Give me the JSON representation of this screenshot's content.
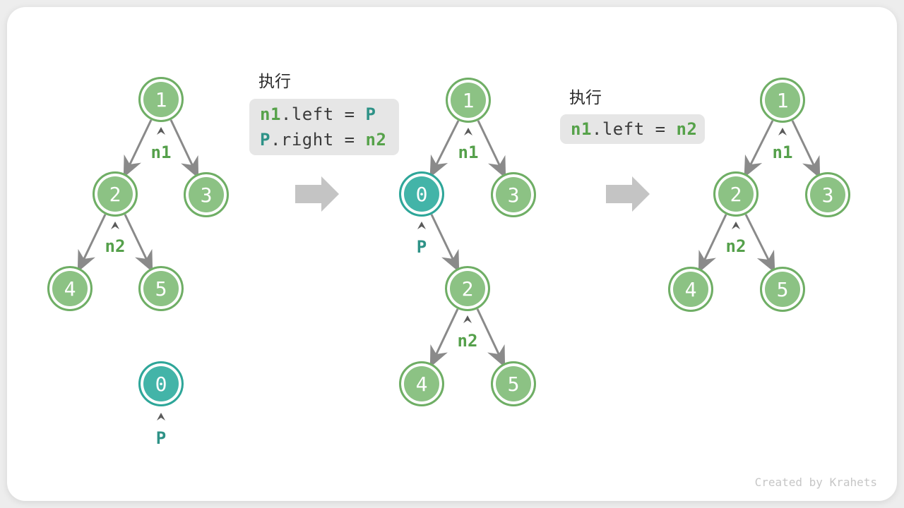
{
  "watermark": "Created by Krahets",
  "colors": {
    "node_green_fill": "#8cc284",
    "node_green_border": "#6fae65",
    "node_teal_fill": "#43b4a8",
    "node_teal_border": "#2ea699",
    "edge_gray": "#8a8a8a",
    "big_arrow_gray": "#c4c4c4",
    "code_background": "#e6e6e6",
    "code_green": "#56a24a",
    "code_teal": "#2e9287",
    "code_dark": "#3b3b3b"
  },
  "trees": [
    {
      "name": "initial-tree-with-detached-node-p",
      "nodes": [
        {
          "value": "1"
        },
        {
          "value": "2"
        },
        {
          "value": "3"
        },
        {
          "value": "4"
        },
        {
          "value": "5"
        },
        {
          "value": "0"
        }
      ],
      "pointers": [
        {
          "label": "n1"
        },
        {
          "label": "n2"
        },
        {
          "label": "P"
        }
      ]
    },
    {
      "name": "tree-after-inserting-p",
      "nodes": [
        {
          "value": "1"
        },
        {
          "value": "0"
        },
        {
          "value": "3"
        },
        {
          "value": "2"
        },
        {
          "value": "4"
        },
        {
          "value": "5"
        }
      ],
      "pointers": [
        {
          "label": "n1"
        },
        {
          "label": "P"
        },
        {
          "label": "n2"
        }
      ]
    },
    {
      "name": "tree-after-removing-p",
      "nodes": [
        {
          "value": "1"
        },
        {
          "value": "2"
        },
        {
          "value": "3"
        },
        {
          "value": "4"
        },
        {
          "value": "5"
        }
      ],
      "pointers": [
        {
          "label": "n1"
        },
        {
          "label": "n2"
        }
      ]
    }
  ],
  "code_blocks": [
    {
      "title": "执行",
      "lines": [
        {
          "segments": [
            {
              "text": "n1"
            },
            {
              "text": ".left = "
            },
            {
              "text": "P"
            }
          ]
        },
        {
          "segments": [
            {
              "text": "P"
            },
            {
              "text": ".right = "
            },
            {
              "text": "n2"
            }
          ]
        }
      ]
    },
    {
      "title": "执行",
      "lines": [
        {
          "segments": [
            {
              "text": "n1"
            },
            {
              "text": ".left = "
            },
            {
              "text": "n2"
            }
          ]
        }
      ]
    }
  ]
}
